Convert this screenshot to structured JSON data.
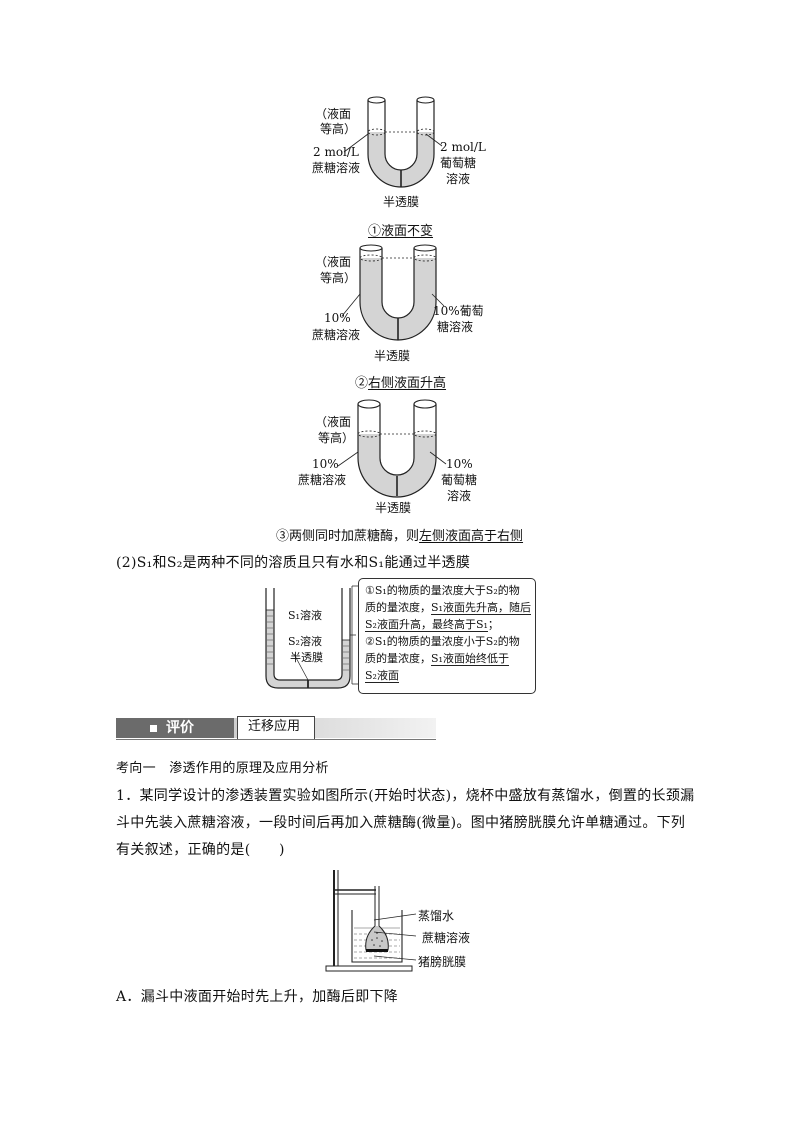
{
  "figure1": {
    "left_label_1": "（液面",
    "left_label_2": "等高）",
    "left_conc": "2 mol/L",
    "left_solution": "蔗糖溶液",
    "right_conc": "2 mol/L",
    "right_solution_1": "葡萄糖",
    "right_solution_2": "溶液",
    "membrane": "半透膜",
    "caption": "①液面不变"
  },
  "figure2": {
    "left_label_1": "（液面",
    "left_label_2": "等高）",
    "left_conc": "10%",
    "left_solution": "蔗糖溶液",
    "right_conc_1": "10%葡萄",
    "right_solution_2": "糖溶液",
    "membrane": "半透膜",
    "caption_prefix": "②",
    "caption_underlined": "右侧液面升高"
  },
  "figure3": {
    "left_label_1": "（液面",
    "left_label_2": "等高）",
    "left_conc": "10%",
    "left_solution": "蔗糖溶液",
    "right_conc": "10%",
    "right_solution_1": "葡萄糖",
    "right_solution_2": "溶液",
    "membrane": "半透膜",
    "caption_prefix": "③两侧同时加蔗糖酶，则",
    "caption_underlined": "左侧液面高于右侧"
  },
  "item2": {
    "text": "(2)S₁和S₂是两种不同的溶质且只有水和S₁能通过半透膜"
  },
  "figure4": {
    "s1_label": "S₁溶液",
    "s2_label": "S₂溶液",
    "membrane": "半透膜",
    "box_line1": "①S₁的物质的量浓度大于S₂的物",
    "box_line2": "质的量浓度，",
    "box_line2_u": "S₁液面先升高，随后",
    "box_line3_u": "S₂液面升高，最终高于S₁",
    "box_line3_end": "；",
    "box_line4": "②S₁的物质的量浓度小于S₂的物",
    "box_line5": "质的量浓度，",
    "box_line5_u": "S₁液面始终低于",
    "box_line6_u": "S₂液面"
  },
  "section_bar": {
    "icon": "square-bullet-icon",
    "title": "评价",
    "subtitle": "迁移应用"
  },
  "question": {
    "heading": "考向一　渗透作用的原理及应用分析",
    "line1": "1．某同学设计的渗透装置实验如图所示(开始时状态)，烧杯中盛放有蒸馏水，倒置的长颈漏",
    "line2": "斗中先装入蔗糖溶液，一段时间后再加入蔗糖酶(微量)。图中猪膀胱膜允许单糖通过。下列",
    "line3": "有关叙述，正确的是(　　)"
  },
  "figure5": {
    "label1": "蒸馏水",
    "label2": "蔗糖溶液",
    "label3": "猪膀胱膜"
  },
  "option_a": "A．漏斗中液面开始时先上升，加酶后即下降",
  "colors": {
    "liquid": "#d4d4d4",
    "bar_dark": "#6b6b6b",
    "bar_light": "#dcdcdc"
  }
}
